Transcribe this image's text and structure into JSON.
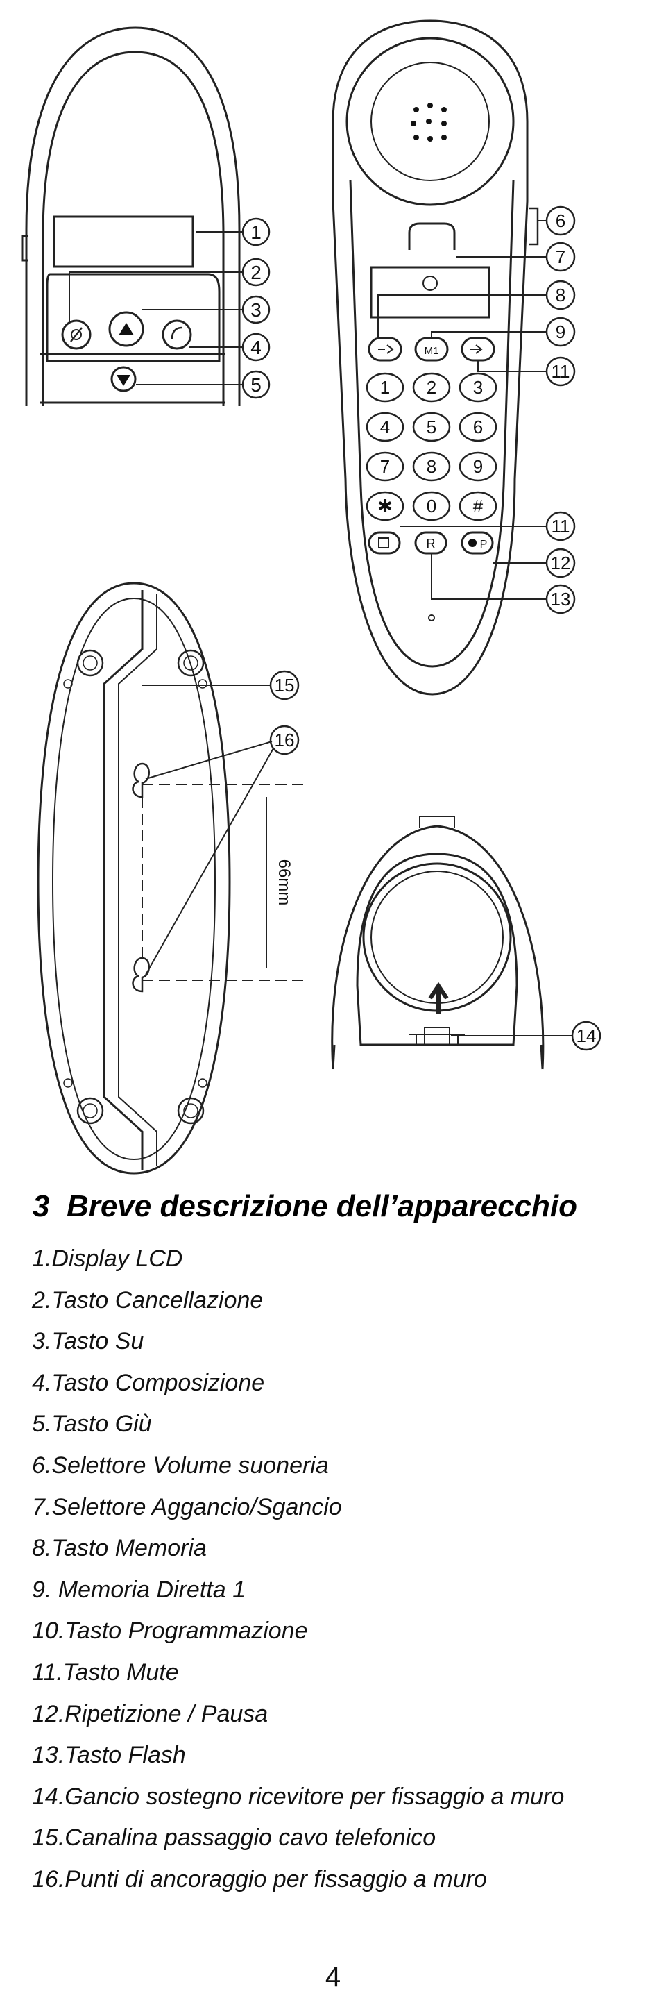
{
  "figure": {
    "callouts": [
      "1",
      "2",
      "3",
      "4",
      "5",
      "6",
      "7",
      "8",
      "9",
      "11",
      "11",
      "12",
      "13",
      "14",
      "15",
      "16"
    ],
    "keypad": [
      "1",
      "2",
      "3",
      "4",
      "5",
      "6",
      "7",
      "8",
      "9",
      "✱",
      "0",
      "#"
    ],
    "key_labels": {
      "m1": "M1",
      "r": "R",
      "pause": "P"
    },
    "dimension": "66mm"
  },
  "section": {
    "number": "3",
    "title": "Breve descrizione dell’apparecchio"
  },
  "items": [
    "1.Display LCD",
    "2.Tasto Cancellazione",
    "3.Tasto Su",
    "4.Tasto Composizione",
    "5.Tasto Giù",
    "6.Selettore Volume suoneria",
    "7.Selettore Aggancio/Sgancio",
    "8.Tasto Memoria",
    "9. Memoria Diretta 1",
    "10.Tasto Programmazione",
    "11.Tasto Mute",
    "12.Ripetizione / Pausa",
    "13.Tasto Flash",
    "14.Gancio sostegno ricevitore per fissaggio a muro",
    "15.Canalina passaggio cavo telefonico",
    "16.Punti di ancoraggio per fissaggio a muro"
  ],
  "page_number": "4"
}
